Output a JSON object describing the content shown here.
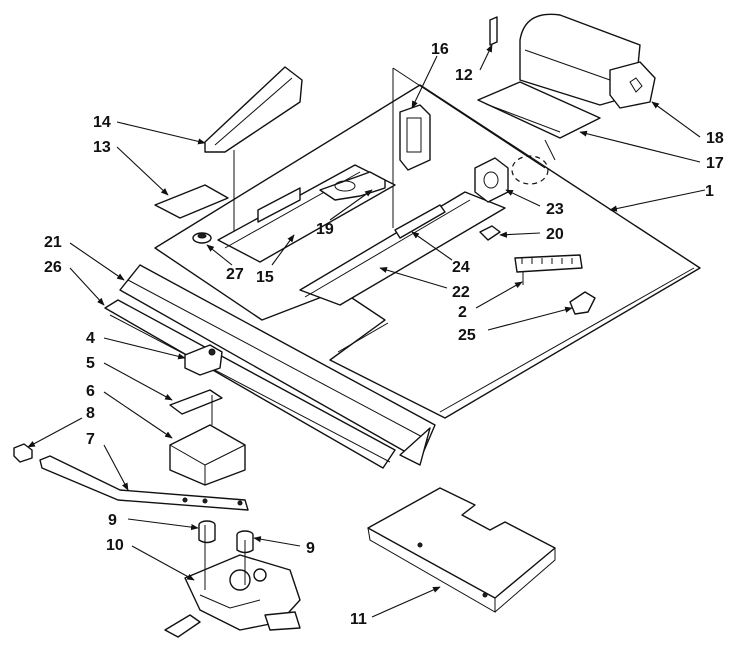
{
  "callouts": [
    {
      "id": "c1",
      "label": "1"
    },
    {
      "id": "c2",
      "label": "2"
    },
    {
      "id": "c4",
      "label": "4"
    },
    {
      "id": "c5",
      "label": "5"
    },
    {
      "id": "c6",
      "label": "6"
    },
    {
      "id": "c7",
      "label": "7"
    },
    {
      "id": "c8",
      "label": "8"
    },
    {
      "id": "c9a",
      "label": "9"
    },
    {
      "id": "c9b",
      "label": "9"
    },
    {
      "id": "c10",
      "label": "10"
    },
    {
      "id": "c11",
      "label": "11"
    },
    {
      "id": "c12",
      "label": "12"
    },
    {
      "id": "c13",
      "label": "13"
    },
    {
      "id": "c14",
      "label": "14"
    },
    {
      "id": "c15",
      "label": "15"
    },
    {
      "id": "c16",
      "label": "16"
    },
    {
      "id": "c17",
      "label": "17"
    },
    {
      "id": "c18",
      "label": "18"
    },
    {
      "id": "c19",
      "label": "19"
    },
    {
      "id": "c20",
      "label": "20"
    },
    {
      "id": "c21",
      "label": "21"
    },
    {
      "id": "c22",
      "label": "22"
    },
    {
      "id": "c23",
      "label": "23"
    },
    {
      "id": "c24",
      "label": "24"
    },
    {
      "id": "c25",
      "label": "25"
    },
    {
      "id": "c26",
      "label": "26"
    },
    {
      "id": "c27",
      "label": "27"
    }
  ]
}
